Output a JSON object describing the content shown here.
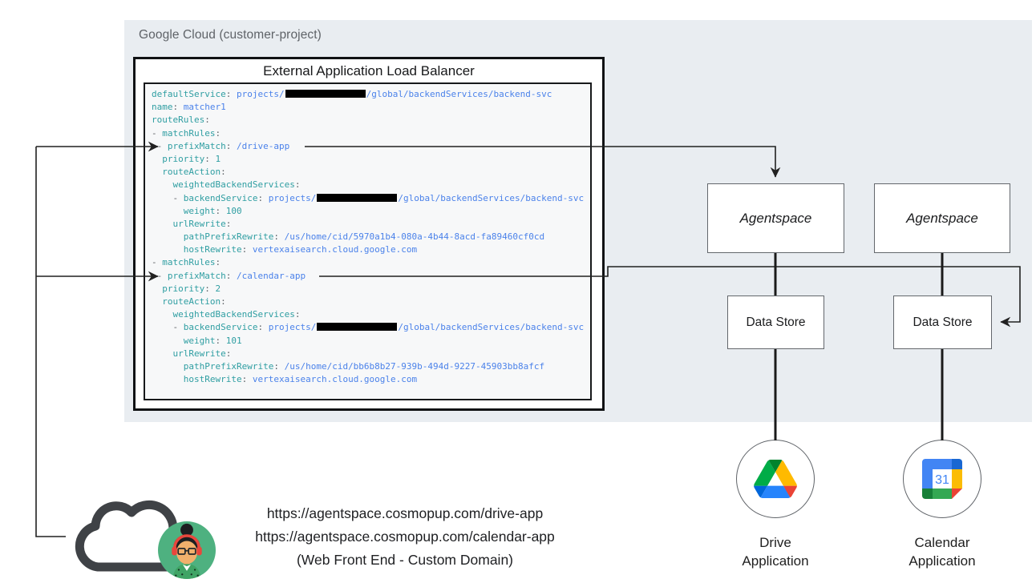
{
  "panel": {
    "label": "Google Cloud (customer-project)"
  },
  "load_balancer": {
    "title": "External Application Load Balancer",
    "code_lines": [
      [
        [
          "k",
          "defaultService"
        ],
        [
          "p",
          ": "
        ],
        [
          "v",
          "projects/"
        ],
        [
          "r",
          ""
        ],
        [
          "v",
          "/global/backendServices/backend-svc"
        ]
      ],
      [
        [
          "k",
          "name"
        ],
        [
          "p",
          ": "
        ],
        [
          "v",
          "matcher1"
        ]
      ],
      [
        [
          "k",
          "routeRules"
        ],
        [
          "p",
          ":"
        ]
      ],
      [
        [
          "p",
          "- "
        ],
        [
          "k",
          "matchRules"
        ],
        [
          "p",
          ":"
        ]
      ],
      [
        [
          "p",
          " - "
        ],
        [
          "k",
          "prefixMatch"
        ],
        [
          "p",
          ": "
        ],
        [
          "v",
          "/drive-app"
        ]
      ],
      [
        [
          "p",
          "  "
        ],
        [
          "k",
          "priority"
        ],
        [
          "p",
          ": "
        ],
        [
          "n",
          "1"
        ]
      ],
      [
        [
          "p",
          "  "
        ],
        [
          "k",
          "routeAction"
        ],
        [
          "p",
          ":"
        ]
      ],
      [
        [
          "p",
          "    "
        ],
        [
          "k",
          "weightedBackendServices"
        ],
        [
          "p",
          ":"
        ]
      ],
      [
        [
          "p",
          "    - "
        ],
        [
          "k",
          "backendService"
        ],
        [
          "p",
          ": "
        ],
        [
          "v",
          "projects/"
        ],
        [
          "r",
          ""
        ],
        [
          "v",
          "/global/backendServices/backend-svc"
        ]
      ],
      [
        [
          "p",
          "      "
        ],
        [
          "k",
          "weight"
        ],
        [
          "p",
          ": "
        ],
        [
          "n",
          "100"
        ]
      ],
      [
        [
          "p",
          "    "
        ],
        [
          "k",
          "urlRewrite"
        ],
        [
          "p",
          ":"
        ]
      ],
      [
        [
          "p",
          "      "
        ],
        [
          "k",
          "pathPrefixRewrite"
        ],
        [
          "p",
          ": "
        ],
        [
          "v",
          "/us/home/cid/5970a1b4-080a-4b44-8acd-fa89460cf0cd"
        ]
      ],
      [
        [
          "p",
          "      "
        ],
        [
          "k",
          "hostRewrite"
        ],
        [
          "p",
          ": "
        ],
        [
          "v",
          "vertexaisearch.cloud.google.com"
        ]
      ],
      [
        [
          "p",
          "- "
        ],
        [
          "k",
          "matchRules"
        ],
        [
          "p",
          ":"
        ]
      ],
      [
        [
          "p",
          " - "
        ],
        [
          "k",
          "prefixMatch"
        ],
        [
          "p",
          ": "
        ],
        [
          "v",
          "/calendar-app"
        ]
      ],
      [
        [
          "p",
          "  "
        ],
        [
          "k",
          "priority"
        ],
        [
          "p",
          ": "
        ],
        [
          "n",
          "2"
        ]
      ],
      [
        [
          "p",
          "  "
        ],
        [
          "k",
          "routeAction"
        ],
        [
          "p",
          ":"
        ]
      ],
      [
        [
          "p",
          "    "
        ],
        [
          "k",
          "weightedBackendServices"
        ],
        [
          "p",
          ":"
        ]
      ],
      [
        [
          "p",
          "    - "
        ],
        [
          "k",
          "backendService"
        ],
        [
          "p",
          ": "
        ],
        [
          "v",
          "projects/"
        ],
        [
          "r",
          ""
        ],
        [
          "v",
          "/global/backendServices/backend-svc"
        ]
      ],
      [
        [
          "p",
          "      "
        ],
        [
          "k",
          "weight"
        ],
        [
          "p",
          ": "
        ],
        [
          "n",
          "101"
        ]
      ],
      [
        [
          "p",
          "    "
        ],
        [
          "k",
          "urlRewrite"
        ],
        [
          "p",
          ":"
        ]
      ],
      [
        [
          "p",
          "      "
        ],
        [
          "k",
          "pathPrefixRewrite"
        ],
        [
          "p",
          ": "
        ],
        [
          "v",
          "/us/home/cid/bb6b8b27-939b-494d-9227-45903bb8afcf"
        ]
      ],
      [
        [
          "p",
          "      "
        ],
        [
          "k",
          "hostRewrite"
        ],
        [
          "p",
          ": "
        ],
        [
          "v",
          "vertexaisearch.cloud.google.com"
        ]
      ]
    ]
  },
  "nodes": {
    "agentspace_1": {
      "label": "Agentspace"
    },
    "agentspace_2": {
      "label": "Agentspace"
    },
    "datastore_1": {
      "label": "Data Store"
    },
    "datastore_2": {
      "label": "Data Store"
    },
    "drive_app": {
      "label_line1": "Drive",
      "label_line2": "Application"
    },
    "calendar_app": {
      "label_line1": "Calendar",
      "label_line2": "Application"
    },
    "calendar_icon_day": "31"
  },
  "frontend": {
    "urls": [
      "https://agentspace.cosmopup.com/drive-app",
      "https://agentspace.cosmopup.com/calendar-app"
    ],
    "caption": "(Web Front End - Custom Domain)"
  },
  "icons": [
    "cloud-icon",
    "user-avatar-icon",
    "drive-icon",
    "calendar-icon"
  ],
  "colors": {
    "panel_bg": "#E9EDF1",
    "code_bg": "#F7F8F9",
    "code_key": "#2F9EA2",
    "code_value": "#4B82EA",
    "line": "#212121",
    "drive_logo": [
      "#0066DA",
      "#00AC47",
      "#EA4335",
      "#00832D",
      "#2684FC",
      "#FFBA00"
    ],
    "calendar_logo": [
      "#4285F4",
      "#1967D2",
      "#FBBC04",
      "#34A853",
      "#188038",
      "#EA4335"
    ],
    "avatar_bg": "#4EB180",
    "cloud_stroke": "#3F4246"
  }
}
